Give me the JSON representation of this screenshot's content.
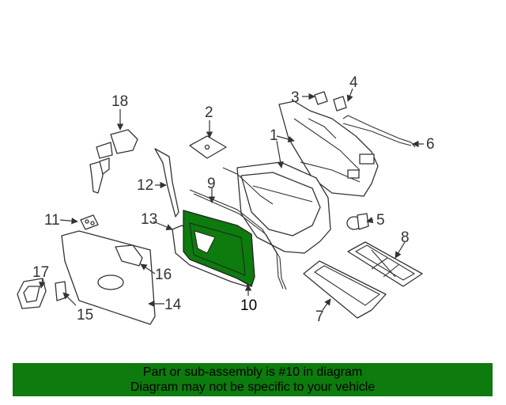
{
  "colors": {
    "highlight": "#0d7b0d",
    "banner": "#0d7b0d",
    "line": "#333333"
  },
  "callouts": {
    "c1": "1",
    "c2": "2",
    "c3": "3",
    "c4": "4",
    "c5": "5",
    "c6": "6",
    "c7": "7",
    "c8": "8",
    "c9": "9",
    "c10": "10",
    "c11": "11",
    "c12": "12",
    "c13": "13",
    "c14": "14",
    "c15": "15",
    "c16": "16",
    "c17": "17",
    "c18": "18"
  },
  "footer": {
    "line1": "Part or sub-assembly is #10 in diagram",
    "line2": "Diagram may not be specific to your vehicle"
  }
}
